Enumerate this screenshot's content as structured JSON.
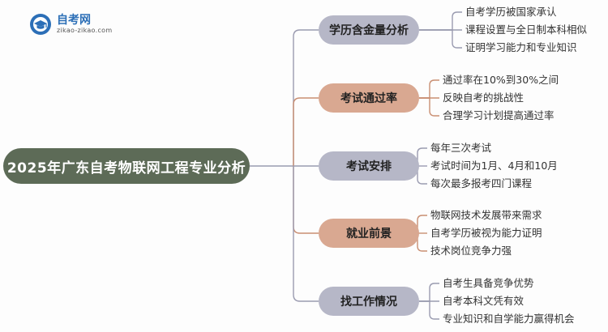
{
  "logo": {
    "name": "自考网",
    "url": "zikao-zikao.com"
  },
  "root": {
    "label": "2025年广东自考物联网工程专业分析"
  },
  "branches": [
    {
      "label": "学历含金量分析",
      "leaves": [
        "自考学历被国家承认",
        "课程设置与全日制本科相似",
        "证明学习能力和专业知识"
      ]
    },
    {
      "label": "考试通过率",
      "leaves": [
        "通过率在10%到30%之间",
        "反映自考的挑战性",
        "合理学习计划提高通过率"
      ]
    },
    {
      "label": "考试安排",
      "leaves": [
        "每年三次考试",
        "考试时间为1月、4月和10月",
        "每次最多报考四门课程"
      ]
    },
    {
      "label": "就业前景",
      "leaves": [
        "物联网技术发展带来需求",
        "自考学历被视为能力证明",
        "技术岗位竞争力强"
      ]
    },
    {
      "label": "找工作情况",
      "leaves": [
        "自考生具备竞争优势",
        "自考本科文凭有效",
        "专业知识和自学能力赢得机会"
      ]
    }
  ],
  "colors": {
    "root": "#5d6b57",
    "branch_a": "#b6b7c7",
    "branch_b": "#d9a891",
    "line_a": "#9a9bb0",
    "line_b": "#c98e72",
    "logo": "#2c6fb7"
  },
  "icons": {
    "logo": "graduation-cap-icon"
  }
}
